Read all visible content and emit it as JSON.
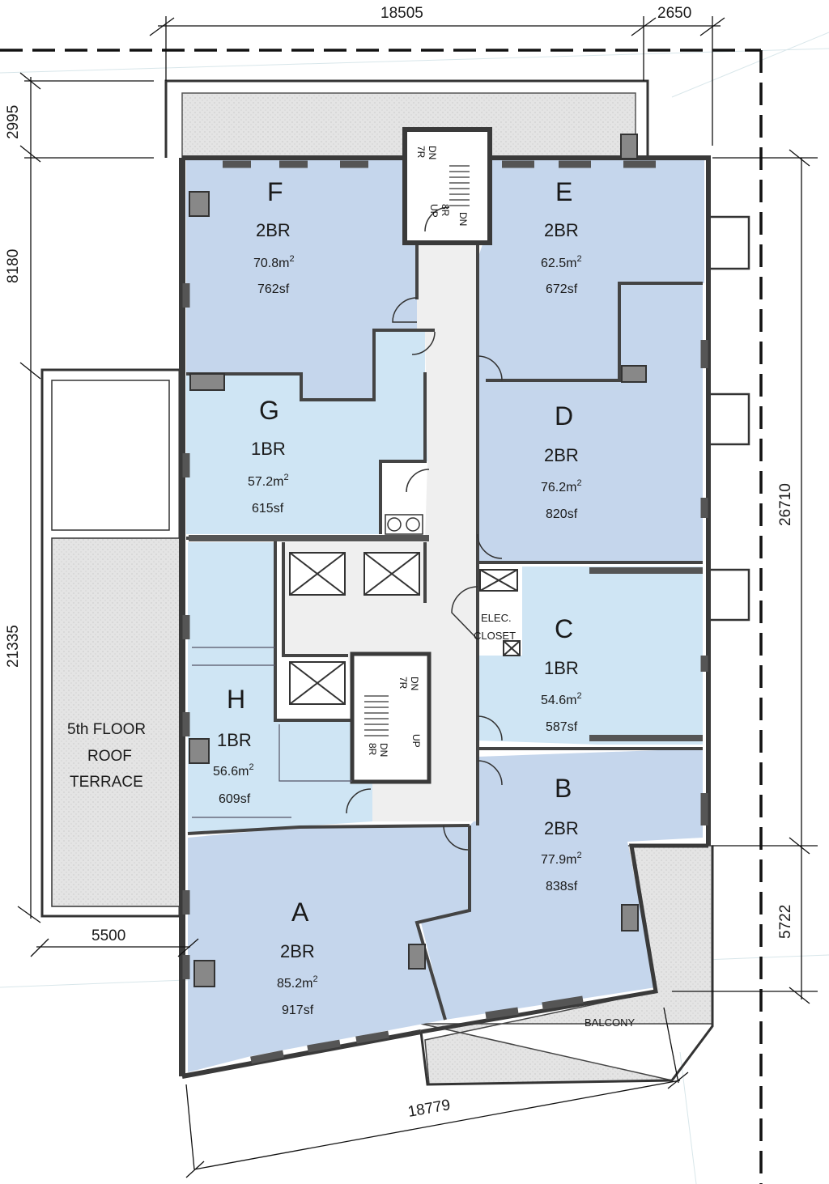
{
  "dimensions": {
    "top_main": "18505",
    "top_right": "2650",
    "left_top": "2995",
    "left_mid": "8180",
    "left_low": "21335",
    "bottom_left": "5500",
    "bottom_main": "18779",
    "right_mid": "26710",
    "right_low": "5722"
  },
  "units": [
    {
      "id": "F",
      "type": "2BR",
      "area_m": "70.8m",
      "area_sf": "762sf"
    },
    {
      "id": "E",
      "type": "2BR",
      "area_m": "62.5m",
      "area_sf": "672sf"
    },
    {
      "id": "G",
      "type": "1BR",
      "area_m": "57.2m",
      "area_sf": "615sf"
    },
    {
      "id": "D",
      "type": "2BR",
      "area_m": "76.2m",
      "area_sf": "820sf"
    },
    {
      "id": "C",
      "type": "1BR",
      "area_m": "54.6m",
      "area_sf": "587sf"
    },
    {
      "id": "H",
      "type": "1BR",
      "area_m": "56.6m",
      "area_sf": "609sf"
    },
    {
      "id": "B",
      "type": "2BR",
      "area_m": "77.9m",
      "area_sf": "838sf"
    },
    {
      "id": "A",
      "type": "2BR",
      "area_m": "85.2m",
      "area_sf": "917sf"
    }
  ],
  "sq_superscript": "2",
  "terrace": {
    "line1": "5th FLOOR",
    "line2": "ROOF",
    "line3": "TERRACE"
  },
  "elec_closet": {
    "line1": "ELEC.",
    "line2": "CLOSET"
  },
  "balcony": "BALCONY",
  "stairs": {
    "north": {
      "dn1": "DN",
      "r1": "7R",
      "up": "UP",
      "r2": "8R",
      "dn2": "DN"
    },
    "south": {
      "dn1": "DN",
      "r1": "7R",
      "up": "UP",
      "r2": "8R",
      "dn2": "DN"
    }
  },
  "colors": {
    "unit_blue_dark": "#c5d6ec",
    "unit_blue_light": "#cfe5f4",
    "corridor": "#efefef",
    "terrace_fill": "#e6e6e6",
    "wall": "#3a3a3a"
  }
}
